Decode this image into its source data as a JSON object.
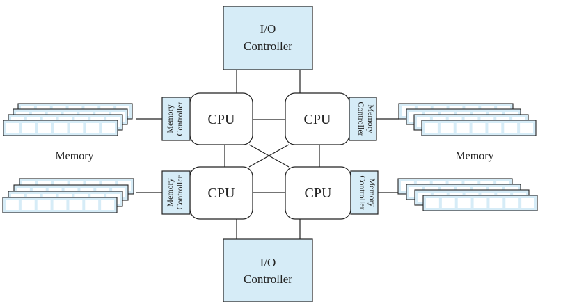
{
  "io_controller_top": {
    "line1": "I/O",
    "line2": "Controller"
  },
  "io_controller_bottom": {
    "line1": "I/O",
    "line2": "Controller"
  },
  "cpus": [
    "CPU",
    "CPU",
    "CPU",
    "CPU"
  ],
  "memory_controllers": [
    {
      "line1": "Memory",
      "line2": "Controller"
    },
    {
      "line1": "Memory",
      "line2": "Controller"
    },
    {
      "line1": "Memory",
      "line2": "Controller"
    },
    {
      "line1": "Memory",
      "line2": "Controller"
    }
  ],
  "memory_labels": {
    "left": "Memory",
    "right": "Memory"
  },
  "colors": {
    "box_fill": "#d6ecf7",
    "stroke": "#222222",
    "cell_fill": "#ffffff"
  }
}
